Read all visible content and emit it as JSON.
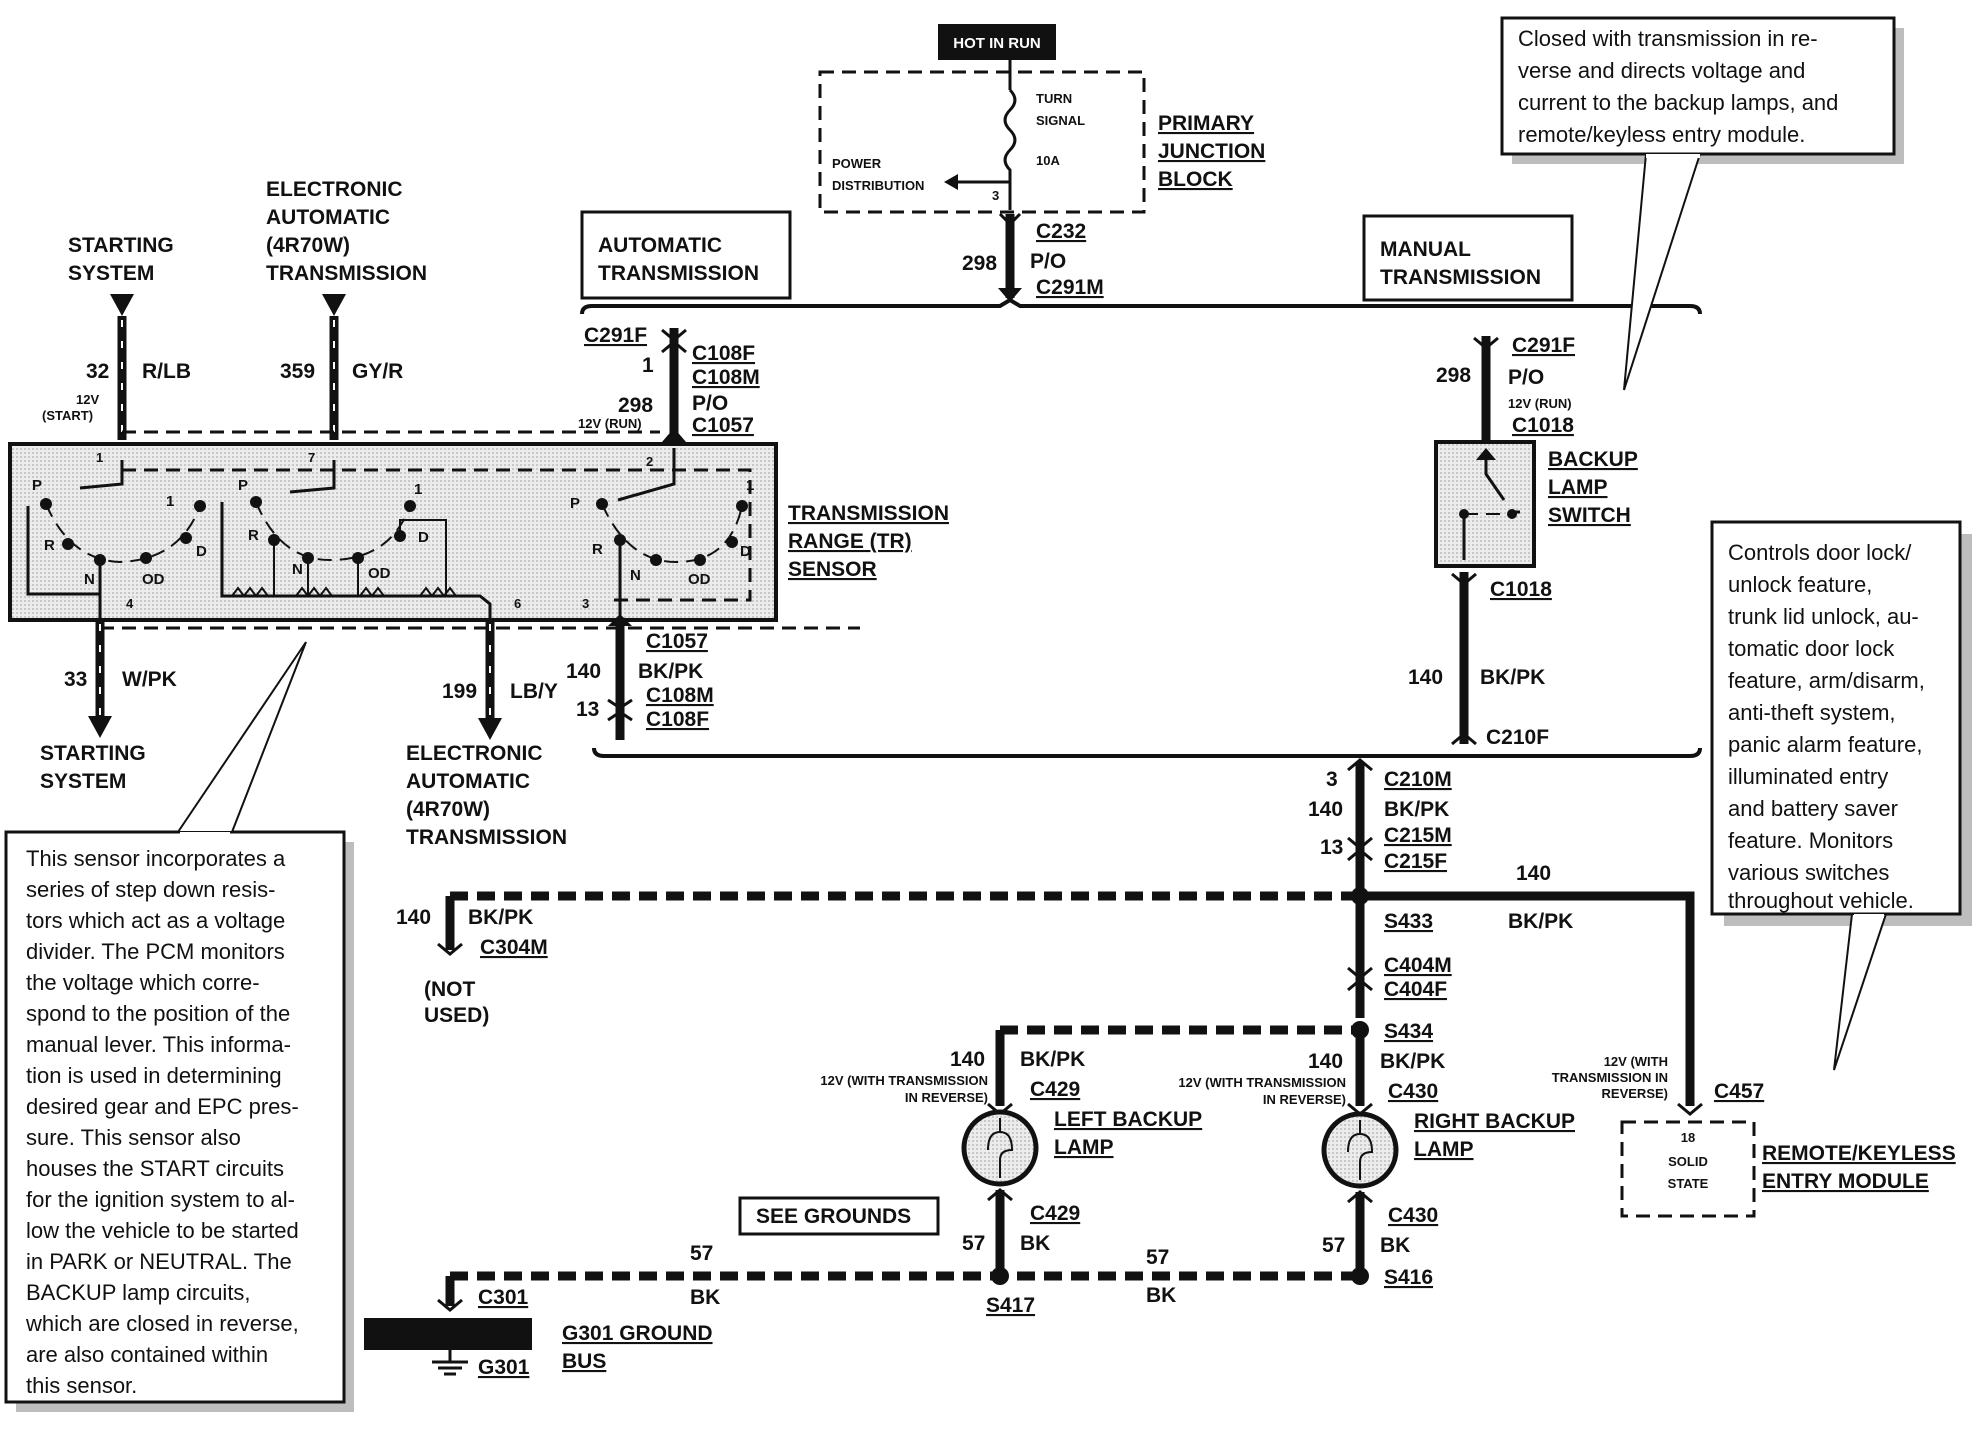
{
  "hot_in_run": "HOT IN RUN",
  "junction_block": {
    "fuse_name_1": "TURN",
    "fuse_name_2": "SIGNAL",
    "fuse_rating": "10A",
    "pin": "3",
    "power_dist_1": "POWER",
    "power_dist_2": "DISTRIBUTION",
    "title_1": "PRIMARY",
    "title_2": "JUNCTION",
    "title_3": "BLOCK"
  },
  "feed": {
    "circuit": "298",
    "color": "P/O",
    "conn_top": "C232",
    "conn_bottom": "C291M"
  },
  "auto_trans_box": {
    "line1": "AUTOMATIC",
    "line2": "TRANSMISSION"
  },
  "manual_trans_box": {
    "line1": "MANUAL",
    "line2": "TRANSMISSION"
  },
  "notes": {
    "top_right": [
      "Closed with transmission in re-",
      "verse and directs voltage and",
      "current to the backup lamps, and",
      "remote/keyless entry module."
    ],
    "right": [
      "Controls door lock/",
      "unlock feature,",
      "trunk lid unlock, au-",
      "tomatic door lock",
      "feature, arm/disarm,",
      "anti-theft system,",
      "panic alarm feature,",
      "illuminated entry",
      "and battery saver",
      "feature.  Monitors",
      "various switches",
      "throughout vehicle."
    ],
    "left": [
      "This sensor incorporates a",
      "series of step down resis-",
      "tors which act as a voltage",
      "divider. The PCM monitors",
      "the voltage which corre-",
      "spond to the position of the",
      "manual lever. This informa-",
      "tion is used in determining",
      "desired gear and EPC pres-",
      "sure. This sensor also",
      "houses the START circuits",
      "for the ignition system to al-",
      "low the vehicle to be started",
      "in PARK or NEUTRAL. The",
      "BACKUP lamp circuits,",
      "which are closed in reverse,",
      "are also contained within",
      "this sensor."
    ]
  },
  "top_left": {
    "starting_1": "STARTING",
    "starting_2": "SYSTEM",
    "eat_1": "ELECTRONIC",
    "eat_2": "AUTOMATIC",
    "eat_3": "(4R70W)",
    "eat_4": "TRANSMISSION",
    "c32": "32",
    "c32_color": "R/LB",
    "c32_volt": "12V",
    "c32_cond": "(START)",
    "c359": "359",
    "c359_color": "GY/R"
  },
  "auto_branch": {
    "conn_f": "C291F",
    "pin": "1",
    "conn_108f": "C108F",
    "conn_108m": "C108M",
    "circuit": "298",
    "color": "P/O",
    "volt": "12V (RUN)",
    "conn_1057": "C1057"
  },
  "tr_sensor": {
    "title_1": "TRANSMISSION",
    "title_2": "RANGE (TR)",
    "title_3": "SENSOR",
    "p": "P",
    "r": "R",
    "n": "N",
    "od": "OD",
    "d": "D",
    "one": "1",
    "pin1": "1",
    "pin7": "7",
    "pin2": "2",
    "pin4": "4",
    "pin6": "6",
    "pin3": "3"
  },
  "bottom_left": {
    "c33": "33",
    "c33_color": "W/PK",
    "starting_1": "STARTING",
    "starting_2": "SYSTEM",
    "c199": "199",
    "c199_color": "LB/Y",
    "eat_1": "ELECTRONIC",
    "eat_2": "AUTOMATIC",
    "eat_3": "(4R70W)",
    "eat_4": "TRANSMISSION",
    "conn_1057": "C1057",
    "c140": "140",
    "c140_color": "BK/PK",
    "conn_108m": "C108M",
    "pin13": "13",
    "conn_108f": "C108F"
  },
  "manual_branch": {
    "circuit": "298",
    "color": "P/O",
    "conn_f": "C291F",
    "volt": "12V (RUN)",
    "conn": "C1018",
    "switch_1": "BACKUP",
    "switch_2": "LAMP",
    "switch_3": "SWITCH",
    "conn_bottom": "C1018",
    "c140": "140",
    "c140_color": "BK/PK",
    "conn_210f": "C210F"
  },
  "center": {
    "pin3": "3",
    "conn_210m": "C210M",
    "c140": "140",
    "c140_color": "BK/PK",
    "pin13": "13",
    "conn_215m": "C215M",
    "conn_215f": "C215F",
    "s433": "S433",
    "conn_404m": "C404M",
    "conn_404f": "C404F",
    "s434": "S434",
    "right_140": "140",
    "right_color": "BK/PK"
  },
  "not_used": {
    "c140": "140",
    "color": "BK/PK",
    "conn": "C304M",
    "line1": "(NOT",
    "line2": "USED)"
  },
  "left_lamp": {
    "c140": "140",
    "color": "BK/PK",
    "volt_1": "12V (WITH TRANSMISSION",
    "volt_2": "IN REVERSE)",
    "conn": "C429",
    "title_1": "LEFT BACKUP",
    "title_2": "LAMP",
    "conn_bottom": "C429",
    "c57": "57",
    "c57_color": "BK"
  },
  "right_lamp": {
    "c140": "140",
    "color": "BK/PK",
    "volt_1": "12V (WITH TRANSMISSION",
    "volt_2": "IN REVERSE)",
    "conn": "C430",
    "title_1": "RIGHT BACKUP",
    "title_2": "LAMP",
    "conn_bottom": "C430",
    "c57": "57",
    "c57_color": "BK"
  },
  "rke": {
    "volt_1": "12V (WITH",
    "volt_2": "TRANSMISSION IN",
    "volt_3": "REVERSE)",
    "conn": "C457",
    "pin": "18",
    "solid_1": "SOLID",
    "solid_2": "STATE",
    "title_1": "REMOTE/KEYLESS",
    "title_2": "ENTRY MODULE"
  },
  "ground": {
    "see_grounds": "SEE GROUNDS",
    "c57_left": "57",
    "c57_left_color": "BK",
    "conn_301": "C301",
    "bus_1": "G301 GROUND",
    "bus_2": "BUS",
    "g301": "G301",
    "s417": "S417",
    "c57_mid": "57",
    "c57_mid_color": "BK",
    "s416": "S416"
  },
  "colors": {
    "ink": "#111111",
    "shade": "#d4d4d4",
    "shadow": "#bdbdbd"
  }
}
